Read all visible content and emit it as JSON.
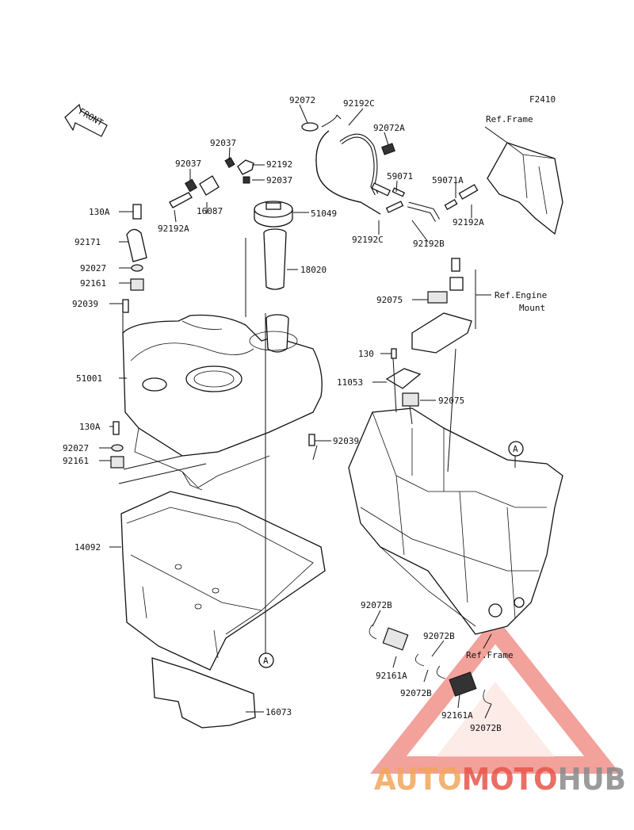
{
  "figure_code": "F2410",
  "front_arrow_label": "FRONT",
  "ref_labels": {
    "frame_top": "Ref.Frame",
    "engine_mount_1": "Ref.Engine",
    "engine_mount_2": "Mount",
    "frame_bottom": "Ref.Frame"
  },
  "callout_mark": "A",
  "parts": {
    "p92072": "92072",
    "p92192C_top": "92192C",
    "p92072A": "92072A",
    "p92037_top": "92037",
    "p92037_left": "92037",
    "p92192": "92192",
    "p92037_right": "92037",
    "p59071": "59071",
    "p59071A": "59071A",
    "p130A_top": "130A",
    "p92192A_left": "92192A",
    "p16087": "16087",
    "p51049": "51049",
    "p92192C_bot": "92192C",
    "p92192B": "92192B",
    "p92192A_right": "92192A",
    "p92171": "92171",
    "p92027_top": "92027",
    "p92161_top": "92161",
    "p18020": "18020",
    "p92039_left": "92039",
    "p92075_top": "92075",
    "p130": "130",
    "p51001": "51001",
    "p11053": "11053",
    "p92075_bot": "92075",
    "p130A_bot": "130A",
    "p92027_bot": "92027",
    "p92039_right": "92039",
    "p92161_bot": "92161",
    "p14092": "14092",
    "p92072B_1": "92072B",
    "p92072B_2": "92072B",
    "p92161A_1": "92161A",
    "p92072B_3": "92072B",
    "p92161A_2": "92161A",
    "p92072B_4": "92072B",
    "p16073": "16073"
  },
  "watermark": {
    "part1": "AUTO",
    "part2": "MOTO",
    "part3": "HUB",
    "colors": {
      "orange": "#f2a65a",
      "red": "#e8554b",
      "gray": "#8a8a8a"
    }
  }
}
